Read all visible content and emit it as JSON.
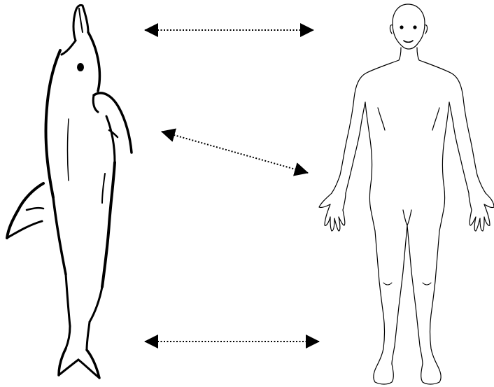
{
  "diagram": {
    "left_figure": {
      "icon": "dolphin-outline-icon",
      "stroke_color": "#000000"
    },
    "right_figure": {
      "icon": "human-body-outline-icon",
      "stroke_color": "#000000"
    },
    "connectors": [
      {
        "icon": "double-headed-dotted-arrow-icon",
        "style": "dotted",
        "color": "#000000"
      },
      {
        "icon": "double-headed-dotted-arrow-icon",
        "style": "dotted",
        "color": "#000000"
      },
      {
        "icon": "double-headed-dotted-arrow-icon",
        "style": "dotted",
        "color": "#000000"
      }
    ]
  }
}
